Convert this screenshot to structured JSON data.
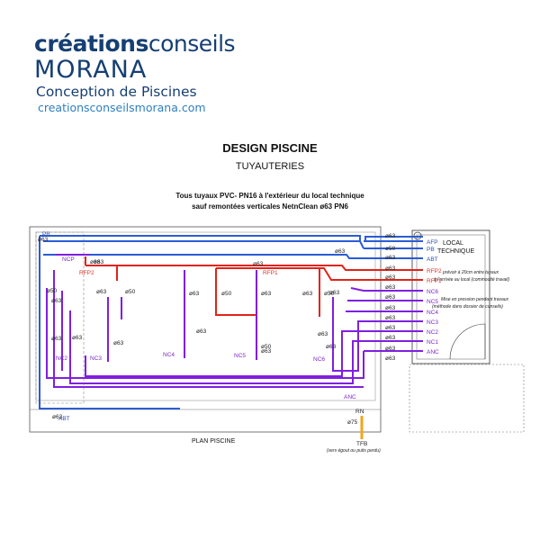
{
  "logo": {
    "word_creations": "créations",
    "word_conseils": "conseils",
    "word_morana": "MORANA",
    "tagline": "Conception de  Piscines",
    "website": "creationsconseilsmorana.com"
  },
  "header": {
    "title": "DESIGN PISCINE",
    "subtitle": "TUYAUTERIES",
    "note_line1": "Tous tuyaux PVC- PN16 à l'extérieur du local technique",
    "note_line2": "sauf remontées verticales NetnClean ø63 PN6"
  },
  "local": {
    "label_line1": "LOCAL",
    "label_line2": "TECHNIQUE",
    "note_a1": "prévoir à 20cm entre tuyaux",
    "note_a2": "à l'arrivée au local (commodité travail)",
    "note_b1": "Mise en pression pendant travaux",
    "note_b2": "(méthode dans dossier de conseils)"
  },
  "pipes": {
    "entry_labels": [
      "ø63",
      "ø50",
      "ø63",
      "ø63",
      "ø63",
      "ø63",
      "ø63",
      "ø63",
      "ø63",
      "ø63",
      "ø63",
      "ø63",
      "ø63"
    ],
    "local_labels": [
      "AFP",
      "PB",
      "ABT",
      "RFP2",
      "RFP1",
      "NC6",
      "NC5",
      "NC4",
      "NC3",
      "NC2",
      "NC1",
      "ANC"
    ]
  },
  "pool": {
    "plan_label": "PLAN PISCINE",
    "label_pb": "PB",
    "label_ncp": "NCP",
    "label_rfp2": "RFP2",
    "label_rfp1": "RFP1",
    "label_abt": "ABT",
    "label_anc": "ANC",
    "label_rn": "RN",
    "label_tfb": "TFB",
    "note_tfb": "(vers égout ou puits perdu)",
    "labels_nc": [
      "NC2",
      "NC3",
      "NC4",
      "NC5",
      "NC6"
    ],
    "diam_labels": [
      "ø50",
      "ø63",
      "ø63",
      "ø63",
      "ø63",
      "ø50",
      "ø63",
      "ø63",
      "ø63",
      "ø50",
      "ø63",
      "ø50",
      "ø63",
      "ø50",
      "ø63",
      "ø63",
      "ø63",
      "ø63",
      "ø63",
      "ø63",
      "ø63",
      "ø63",
      "ø63",
      "ø63",
      "ø75"
    ]
  },
  "colors": {
    "blue": "#2a5cd6",
    "red": "#e0241a",
    "purple": "#7f1fe0",
    "orange": "#f2a51a",
    "logo_navy": "#163f73",
    "logo_light": "#2f7fbf",
    "label_purple": "#7a28c8",
    "label_red": "#d8332a",
    "label_blue": "#2d4fb0"
  }
}
